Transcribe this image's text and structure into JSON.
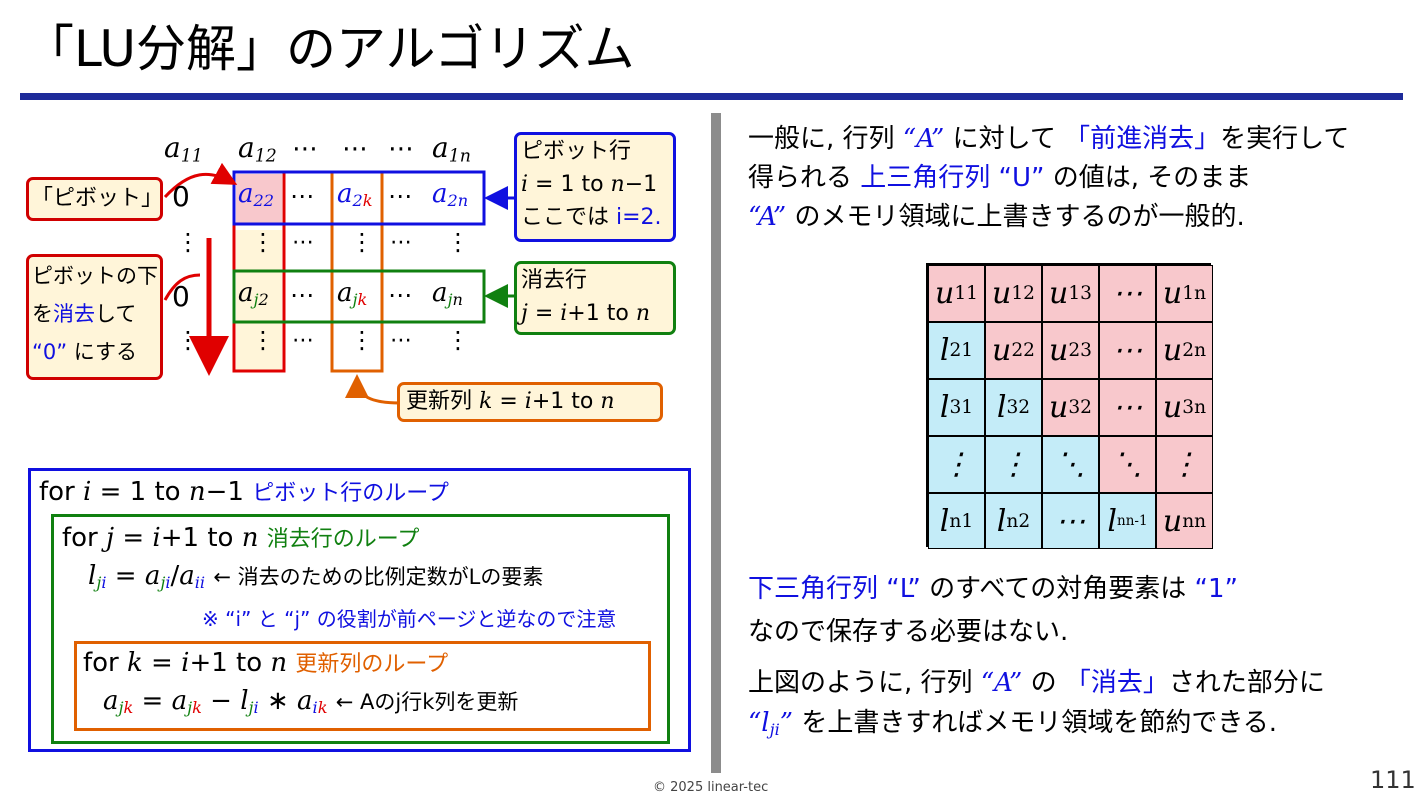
{
  "title": "「LU分解」のアルゴリズム",
  "footer": "© 2025 linear-tec",
  "page_number": "111",
  "colors": {
    "title_rule": "#1e2b9a",
    "blue": "#1010e0",
    "red": "#e00000",
    "green": "#108010",
    "orange": "#e06000",
    "callout_bg": "#fff5d9",
    "upper_fill": "#f8c8cc",
    "lower_fill": "#c4ecf8"
  },
  "diagram": {
    "row1": [
      "a11",
      "a12",
      "⋯",
      "⋯",
      "⋯",
      "a1n"
    ],
    "pivot_row": [
      "0",
      "a22",
      "⋯",
      "a2k",
      "⋯",
      "a2n"
    ],
    "elim_row": [
      "0",
      "aj2",
      "⋯",
      "ajk",
      "⋯",
      "ajn"
    ],
    "dots_v": "⋮",
    "dots_h": "⋯",
    "label_pivot": "「ピボット」",
    "label_below": [
      "ピボットの下",
      "を",
      "消去",
      "して",
      "“0” にする"
    ],
    "pivot_callout": {
      "line1": "ピボット行",
      "line2_pre": "i",
      "line2_post": " = 1 to n−1",
      "line3_pre": "ここでは ",
      "line3_val": "i=2."
    },
    "elim_callout": {
      "line1": "消去行",
      "line2": "j = i+1 to n"
    },
    "update_callout": {
      "pre": "更新列 ",
      "eq": "k = i+1 to n"
    }
  },
  "code": {
    "for_i": "for i = 1 to n−1",
    "for_i_comment": "ピボット行のループ",
    "for_j": "for j = i+1 to n",
    "for_j_comment": "消去行のループ",
    "ratio_comment": "← 消去のための比例定数がLの要素",
    "note": "※ “i” と “j” の役割が前ページと逆なので注意",
    "for_k": "for k = i+1 to n",
    "for_k_comment": "更新列のループ",
    "update_comment": "← Aのj行k列を更新"
  },
  "right": {
    "p1_l1": [
      "一般に, 行列 ",
      "“A”",
      " に対して ",
      "「前進消去」",
      "を実行して"
    ],
    "p1_l2": [
      "得られる ",
      "上三角行列 “U”",
      " の値は, そのまま"
    ],
    "p1_l3": [
      "“A”",
      " のメモリ領域に上書きするのが一般的."
    ],
    "matrix": [
      [
        [
          "u",
          "11",
          "p"
        ],
        [
          "u",
          "12",
          "p"
        ],
        [
          "u",
          "13",
          "p"
        ],
        [
          "⋯",
          "",
          "p"
        ],
        [
          "u",
          "1n",
          "p"
        ]
      ],
      [
        [
          "l",
          "21",
          "c"
        ],
        [
          "u",
          "22",
          "p"
        ],
        [
          "u",
          "23",
          "p"
        ],
        [
          "⋯",
          "",
          "p"
        ],
        [
          "u",
          "2n",
          "p"
        ]
      ],
      [
        [
          "l",
          "31",
          "c"
        ],
        [
          "l",
          "32",
          "c"
        ],
        [
          "u",
          "32",
          "p"
        ],
        [
          "⋯",
          "",
          "p"
        ],
        [
          "u",
          "3n",
          "p"
        ]
      ],
      [
        [
          "⋮",
          "",
          "c"
        ],
        [
          "⋮",
          "",
          "c"
        ],
        [
          "⋱",
          "",
          "c"
        ],
        [
          "⋱",
          "",
          "p"
        ],
        [
          "⋮",
          "",
          "p"
        ]
      ],
      [
        [
          "l",
          "n1",
          "c"
        ],
        [
          "l",
          "n2",
          "c"
        ],
        [
          "⋯",
          "",
          "c"
        ],
        [
          "l",
          "nn-1",
          "c"
        ],
        [
          "u",
          "nn",
          "p"
        ]
      ]
    ],
    "p2_l1": [
      "下三角行列 “L”",
      " のすべての対角要素は ",
      "“1”"
    ],
    "p2_l2": "なので保存する必要はない.",
    "p3_l1": [
      "上図のように, 行列 ",
      "“A”",
      " の ",
      "「消去」",
      "された部分に"
    ],
    "p3_l2": [
      "“l",
      "ji",
      "”",
      " を上書きすればメモリ領域を節約できる."
    ]
  }
}
